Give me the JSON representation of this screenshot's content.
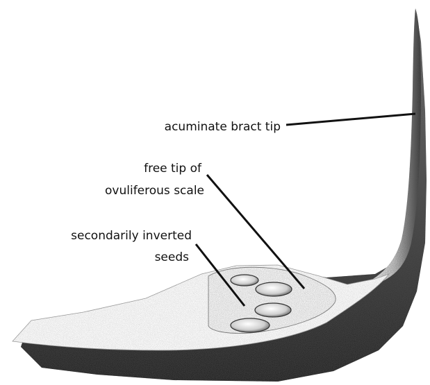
{
  "labels": {
    "bract_tip": "acuminate bract tip",
    "scale_tip_line1": "free tip of",
    "scale_tip_line2": "ovuliferous scale",
    "seeds_line1": "secondarily inverted",
    "seeds_line2": "seeds"
  },
  "colors": {
    "background": "#ffffff",
    "ink": "#111111",
    "stipple_dark": "#1a1a1a",
    "stipple_mid": "#6b6b6b",
    "stipple_light": "#c9c9c9"
  }
}
